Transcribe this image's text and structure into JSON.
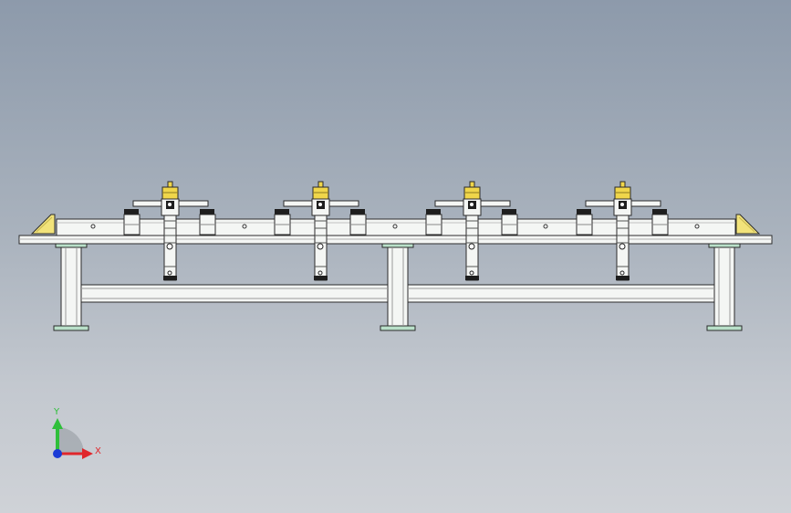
{
  "viewport": {
    "background_top": "#8d9aab",
    "background_bottom": "#cfd2d7"
  },
  "model": {
    "clamp_units": 4,
    "legs": 3,
    "colors": {
      "frame_fill": "#f4f6f4",
      "frame_stroke": "#2b2b2b",
      "foot_green": "#b9e0c9",
      "bracket_yellow": "#f2e37a",
      "clamp_yellow": "#f0d64a",
      "clamp_dark": "#1e1e1e"
    }
  },
  "triad": {
    "y_label": "Y",
    "x_label": "X",
    "y_color": "#2fbf3a",
    "x_color": "#e0262b",
    "z_color": "#1b3bd6"
  }
}
